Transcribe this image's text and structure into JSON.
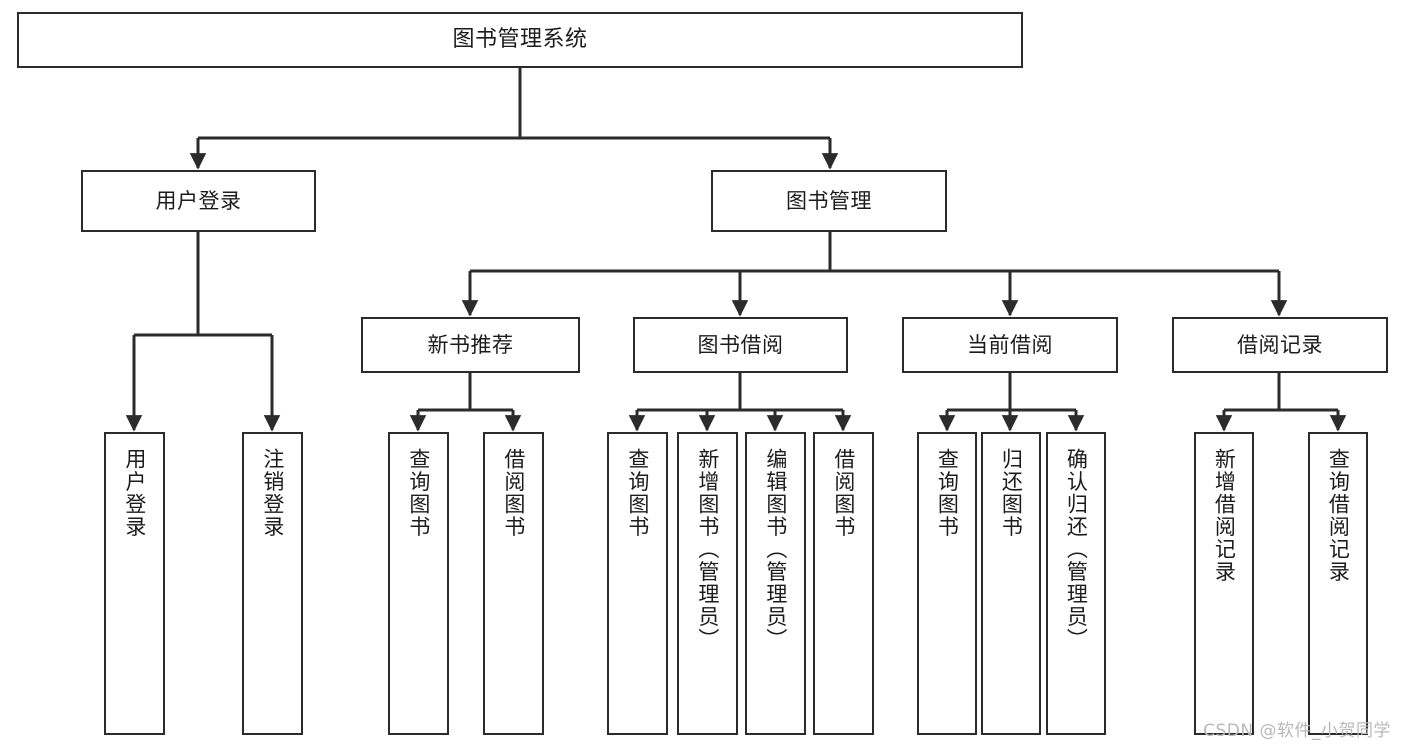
{
  "diagram": {
    "type": "tree-hierarchy",
    "title": "图书管理系统",
    "orientation": "top-down",
    "edge_style": "orthogonal-arrow",
    "colors": {
      "box_border": "#2b2b2b",
      "box_fill": "#ffffff",
      "edge": "#2b2b2b",
      "text": "#1c1c1c",
      "background": "#ffffff",
      "watermark": "#b9b9b9"
    },
    "levels": [
      {
        "level": 1,
        "nodes": [
          {
            "id": "root",
            "label": "图书管理系统",
            "text_direction": "horizontal"
          }
        ]
      },
      {
        "level": 2,
        "nodes": [
          {
            "id": "user-login",
            "label": "用户登录",
            "text_direction": "horizontal"
          },
          {
            "id": "book-management",
            "label": "图书管理",
            "text_direction": "horizontal"
          }
        ]
      },
      {
        "level": 3,
        "nodes": [
          {
            "id": "new-book-recommend",
            "label": "新书推荐",
            "text_direction": "horizontal"
          },
          {
            "id": "book-borrow",
            "label": "图书借阅",
            "text_direction": "horizontal"
          },
          {
            "id": "current-borrow",
            "label": "当前借阅",
            "text_direction": "horizontal"
          },
          {
            "id": "borrow-record",
            "label": "借阅记录",
            "text_direction": "horizontal"
          }
        ]
      },
      {
        "level": 4,
        "nodes": [
          {
            "id": "leaf-user-login",
            "label": "用户登录",
            "text_direction": "vertical",
            "parent": "user-login"
          },
          {
            "id": "leaf-user-logout",
            "label": "注销登录",
            "text_direction": "vertical",
            "parent": "user-login"
          },
          {
            "id": "leaf-query-book-1",
            "label": "查询图书",
            "text_direction": "vertical",
            "parent": "new-book-recommend"
          },
          {
            "id": "leaf-borrow-book-1",
            "label": "借阅图书",
            "text_direction": "vertical",
            "parent": "new-book-recommend"
          },
          {
            "id": "leaf-query-book-2",
            "label": "查询图书",
            "text_direction": "vertical",
            "parent": "book-borrow"
          },
          {
            "id": "leaf-add-book",
            "label": "新增图书（管理员）",
            "text_direction": "vertical",
            "parent": "book-borrow"
          },
          {
            "id": "leaf-edit-book",
            "label": "编辑图书（管理员）",
            "text_direction": "vertical",
            "parent": "book-borrow"
          },
          {
            "id": "leaf-borrow-book-2",
            "label": "借阅图书",
            "text_direction": "vertical",
            "parent": "book-borrow"
          },
          {
            "id": "leaf-query-book-3",
            "label": "查询图书",
            "text_direction": "vertical",
            "parent": "current-borrow"
          },
          {
            "id": "leaf-return-book",
            "label": "归还图书",
            "text_direction": "vertical",
            "parent": "current-borrow"
          },
          {
            "id": "leaf-confirm-return",
            "label": "确认归还（管理员）",
            "text_direction": "vertical",
            "parent": "current-borrow"
          },
          {
            "id": "leaf-add-record",
            "label": "新增借阅记录",
            "text_direction": "vertical",
            "parent": "borrow-record"
          },
          {
            "id": "leaf-query-record",
            "label": "查询借阅记录",
            "text_direction": "vertical",
            "parent": "borrow-record"
          }
        ]
      }
    ]
  },
  "watermark": {
    "text": "CSDN @软件_小贺同学"
  }
}
